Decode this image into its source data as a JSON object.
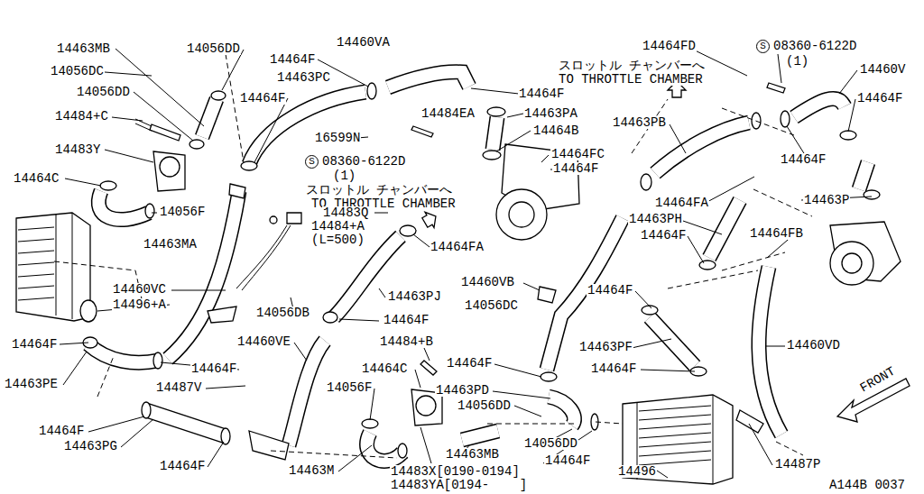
{
  "diagram": {
    "labels": [
      "14463MB",
      "14056DD",
      "14056DC",
      "14056DD",
      "14484+C",
      "14483Y",
      "14464C",
      "14056F",
      "14463MA",
      "14464F",
      "14463PC",
      "14464F",
      "14460VA",
      "14464F",
      "14484EA",
      "14463PA",
      "14464B",
      "16599N",
      "S",
      "08360-6122D",
      "(1)",
      "スロットル チャンバーへ",
      "TO THROTTLE CHAMBER",
      "14464FC",
      "14464F",
      "14483Q",
      "14484+A",
      "(L=500)",
      "14464FA",
      "14460VC",
      "14496+A",
      "14056DB",
      "14463PJ",
      "14464F",
      "14460VB",
      "14056DC",
      "14464F",
      "14460VE",
      "14484+B",
      "14464C",
      "14464F",
      "14464F",
      "14463PE",
      "14487V",
      "14056F",
      "14463PD",
      "14056DD",
      "14464F",
      "14463PG",
      "14464F",
      "14463M",
      "14483X[0190-0194]",
      "14483YA[0194-    ]",
      "14463MB",
      "14056DD",
      "14464F",
      "14496",
      "14487P",
      "A144B 0037",
      "14464FD",
      "S",
      "08360-6122D",
      "(1)",
      "14460V",
      "スロットル チャンバーへ",
      "TO THROTTLE CHAMBER",
      "14464F",
      "14463PB",
      "14464F",
      "14464FA",
      "14463PH",
      "14463P",
      "14464F",
      "14464FB",
      "14464F",
      "14463PF",
      "14464F",
      "14460VD",
      "FRONT"
    ]
  }
}
